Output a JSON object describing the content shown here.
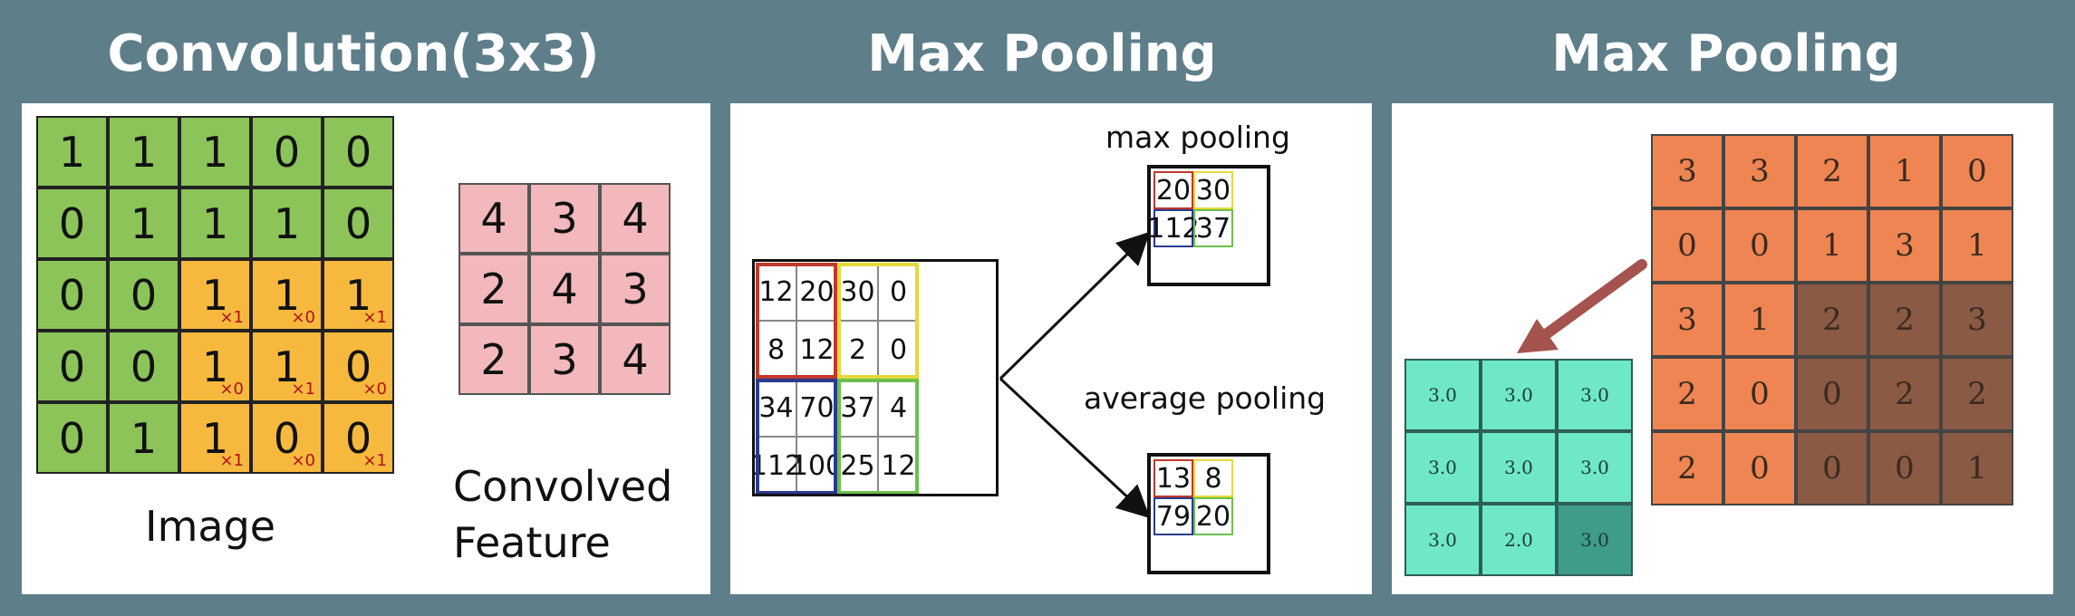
{
  "headings": [
    "Convolution(3x3)",
    "Max Pooling",
    "Max Pooling"
  ],
  "convolution": {
    "image_label": "Image",
    "feature_label_line1": "Convolved",
    "feature_label_line2": "Feature",
    "image": [
      [
        1,
        1,
        1,
        0,
        0
      ],
      [
        0,
        1,
        1,
        1,
        0
      ],
      [
        0,
        0,
        1,
        1,
        1
      ],
      [
        0,
        0,
        1,
        1,
        0
      ],
      [
        0,
        1,
        1,
        0,
        0
      ]
    ],
    "kernel": [
      [
        "×1",
        "×0",
        "×1"
      ],
      [
        "×0",
        "×1",
        "×0"
      ],
      [
        "×1",
        "×0",
        "×1"
      ]
    ],
    "feature": [
      [
        4,
        3,
        4
      ],
      [
        2,
        4,
        3
      ],
      [
        2,
        3,
        4
      ]
    ],
    "colors": {
      "image_cell": "#8cc45a",
      "kernel_cell": "#f7b93d",
      "feature_cell": "#f3b8bb",
      "kernel_weight": "#b0101a"
    }
  },
  "pooling": {
    "input": [
      [
        "12",
        "20",
        "30",
        "0"
      ],
      [
        "8",
        "12",
        "2",
        "0"
      ],
      [
        "34",
        "70",
        "37",
        "4"
      ],
      [
        "112",
        "100",
        "25",
        "12"
      ]
    ],
    "max_label": "max pooling",
    "max_output": [
      [
        "20",
        "30"
      ],
      [
        "112",
        "37"
      ]
    ],
    "avg_label": "average pooling",
    "avg_output": [
      [
        "13",
        "8"
      ],
      [
        "79",
        "20"
      ]
    ],
    "quadrant_colors": {
      "top_left": "#c0392b",
      "top_right": "#e5d93a",
      "bottom_left": "#2a3a8f",
      "bottom_right": "#6cc04a"
    }
  },
  "maxpool2": {
    "input": [
      [
        "3",
        "3",
        "2",
        "1",
        "0"
      ],
      [
        "0",
        "0",
        "1",
        "3",
        "1"
      ],
      [
        "3",
        "1",
        "2",
        "2",
        "3"
      ],
      [
        "2",
        "0",
        "0",
        "2",
        "2"
      ],
      [
        "2",
        "0",
        "0",
        "0",
        "1"
      ]
    ],
    "output": [
      [
        "3.0",
        "3.0",
        "3.0"
      ],
      [
        "3.0",
        "3.0",
        "3.0"
      ],
      [
        "3.0",
        "2.0",
        "3.0"
      ]
    ],
    "colors": {
      "input_cell": "#ef8552",
      "window_cell": "#8a5a44",
      "output_cell": "#6ee8c8",
      "output_active": "#3f9c88",
      "arrow": "#a5534f"
    }
  }
}
